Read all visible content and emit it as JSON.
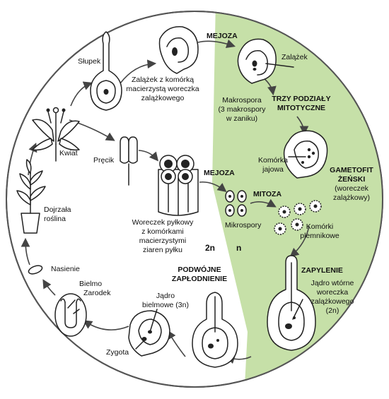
{
  "labels": {
    "slupek": "Słupek",
    "zalazek_mother_1": "Zalążek z komórką",
    "zalazek_mother_2": "macierzystą woreczka",
    "zalazek_mother_3": "zalążkowego",
    "mejoza_top": "MEJOZA",
    "zalazek": "Zalążek",
    "makrospora_1": "Makrospora",
    "makrospora_2": "(3 makrospory",
    "makrospora_3": "w zaniku)",
    "trzy_1": "TRZY PODZIAŁY",
    "trzy_2": "MITOTYCZNE",
    "komorka_jajowa_1": "Komórka",
    "komorka_jajowa_2": "jajowa",
    "gametofit_1": "GAMETOFIT",
    "gametofit_2": "ŻEŃSKI",
    "gametofit_3": "(woreczek",
    "gametofit_4": "zalążkowy)",
    "kwiat": "Kwiat",
    "precik": "Pręcik",
    "mejoza_mid": "MEJOZA",
    "mitoza": "MITOZA",
    "mikrospory": "Mikrospory",
    "komorki_plemnikowe_1": "Komórki",
    "komorki_plemnikowe_2": "plemnikowe",
    "dojrzala_1": "Dojrzała",
    "dojrzala_2": "roślina",
    "woreczek_pylkowy_1": "Woreczek pyłkowy",
    "woreczek_pylkowy_2": "z komórkami",
    "woreczek_pylkowy_3": "macierzystymi",
    "woreczek_pylkowy_4": "ziaren pyłku",
    "ploidy_2n": "2n",
    "ploidy_n": "n",
    "zapylenie": "ZAPYLENIE",
    "nasienie": "Nasienie",
    "podwojne_1": "PODWÓJNE",
    "podwojne_2": "ZAPŁODNIENIE",
    "jadro_wtorne_1": "Jądro wtórne",
    "jadro_wtorne_2": "woreczka",
    "jadro_wtorne_3": "zalążkowego",
    "jadro_wtorne_4": "(2n)",
    "bielmo": "Bielmo",
    "zarodek": "Zarodek",
    "jadro_bielmowe_1": "Jądro",
    "jadro_bielmowe_2": "bielmowe (3n)",
    "zygota": "Zygota"
  },
  "colors": {
    "haploid_region": "#c6e0a8",
    "ink": "#222222",
    "background": "#ffffff"
  }
}
